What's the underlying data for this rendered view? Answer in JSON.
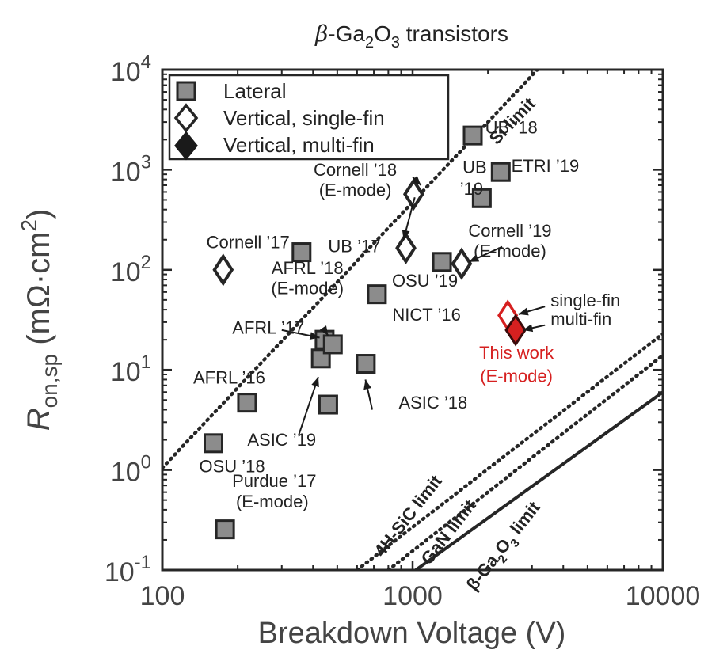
{
  "chart_data": {
    "type": "scatter",
    "title_parts": {
      "beta": "β",
      "main": "-Ga",
      "sub1": "2",
      "o": "O",
      "sub2": "3",
      "rest": " transistors"
    },
    "xlabel": "Breakdown Voltage (V)",
    "ylabel_parts": {
      "r": "R",
      "sub": "on,sp",
      "unit": " (mΩ·cm",
      "sup": "2",
      "close": ")"
    },
    "xscale": "log",
    "yscale": "log",
    "xlim": [
      100,
      10000
    ],
    "ylim": [
      0.1,
      10000
    ],
    "x_ticks": [
      {
        "value": 100,
        "label": "100"
      },
      {
        "value": 1000,
        "label": "1000"
      },
      {
        "value": 10000,
        "label": "10000"
      }
    ],
    "y_ticks": [
      {
        "value": 0.1,
        "base": "10",
        "exp": "-1"
      },
      {
        "value": 1,
        "base": "10",
        "exp": "0"
      },
      {
        "value": 10,
        "base": "10",
        "exp": "1"
      },
      {
        "value": 100,
        "base": "10",
        "exp": "2"
      },
      {
        "value": 1000,
        "base": "10",
        "exp": "3"
      },
      {
        "value": 10000,
        "base": "10",
        "exp": "4"
      }
    ],
    "grid": false,
    "legend_position": "top-left",
    "legend": [
      {
        "label": "Lateral",
        "marker": "square-gray"
      },
      {
        "label": "Vertical, single-fin",
        "marker": "diamond-open"
      },
      {
        "label": "Vertical, multi-fin",
        "marker": "diamond-filled"
      }
    ],
    "series": [
      {
        "name": "Lateral",
        "marker": "square-gray",
        "points": [
          {
            "x": 160,
            "y": 1.85
          },
          {
            "x": 178,
            "y": 0.255
          },
          {
            "x": 218,
            "y": 4.7
          },
          {
            "x": 360,
            "y": 150
          },
          {
            "x": 430,
            "y": 13
          },
          {
            "x": 445,
            "y": 20
          },
          {
            "x": 480,
            "y": 18
          },
          {
            "x": 460,
            "y": 4.5
          },
          {
            "x": 650,
            "y": 11.5
          },
          {
            "x": 720,
            "y": 57
          },
          {
            "x": 1310,
            "y": 120
          },
          {
            "x": 1740,
            "y": 2200
          },
          {
            "x": 1890,
            "y": 520
          },
          {
            "x": 2250,
            "y": 950
          }
        ]
      },
      {
        "name": "Vertical, single-fin",
        "marker": "diamond-open",
        "points": [
          {
            "x": 175,
            "y": 100
          },
          {
            "x": 940,
            "y": 165
          },
          {
            "x": 1010,
            "y": 570
          },
          {
            "x": 1570,
            "y": 115
          }
        ]
      },
      {
        "name": "This work single-fin",
        "marker": "diamond-open-red",
        "points": [
          {
            "x": 2400,
            "y": 35
          }
        ]
      },
      {
        "name": "This work multi-fin",
        "marker": "diamond-filled-red",
        "points": [
          {
            "x": 2580,
            "y": 25
          }
        ]
      }
    ],
    "limit_lines": [
      {
        "label": "Si limit",
        "style": "dotted",
        "from": [
          100,
          1.05
        ],
        "to": [
          3150,
          10000
        ],
        "label_at": [
          2600,
          2800
        ],
        "label_angle": -46
      },
      {
        "label": "4H-SiC limit",
        "style": "dotted",
        "from": [
          600,
          0.1
        ],
        "to": [
          10000,
          23
        ],
        "label_at": [
          1000,
          0.32
        ],
        "label_angle": -52
      },
      {
        "label": "GaN limit",
        "style": "dotted",
        "from": [
          800,
          0.1
        ],
        "to": [
          10000,
          14
        ],
        "label_at": [
          1450,
          0.22
        ],
        "label_angle": -52
      },
      {
        "label": "β-Ga₂O₃ limit",
        "style": "solid",
        "from": [
          1030,
          0.1
        ],
        "to": [
          10000,
          6
        ],
        "label_at": [
          2400,
          0.16
        ],
        "label_angle": -52
      }
    ],
    "limit_label_parts": {
      "ga_prefix": "β-Ga",
      "sub2": "2",
      "o": "O",
      "sub3": "3",
      "ga_suffix": " limit"
    },
    "annotations": [
      {
        "text": "UB ’18",
        "at": [
          1950,
          2300
        ]
      },
      {
        "text": "ETRI ’19",
        "at": [
          2480,
          950
        ]
      },
      {
        "text": "UB",
        "at": [
          1770,
          930
        ]
      },
      {
        "text": "’19",
        "at": [
          1720,
          560
        ]
      },
      {
        "text": "Cornell ’18",
        "at": [
          590,
          870
        ]
      },
      {
        "text": "(E-mode)",
        "at": [
          590,
          545
        ]
      },
      {
        "text": "Cornell ’19",
        "at": [
          2450,
          215
        ]
      },
      {
        "text": "(E-mode)",
        "at": [
          2450,
          135
        ]
      },
      {
        "text": "Cornell ’17",
        "at": [
          220,
          165
        ]
      },
      {
        "text": "UB ’17",
        "at": [
          460,
          150
        ]
      },
      {
        "text": "AFRL ’18",
        "at": [
          380,
          91
        ]
      },
      {
        "text": "(E-mode)",
        "at": [
          380,
          57
        ]
      },
      {
        "text": "OSU ’19",
        "at": [
          1120,
          68
        ]
      },
      {
        "text": "NICT ’16",
        "at": [
          830,
          31
        ]
      },
      {
        "text": "AFRL ’17",
        "at": [
          265,
          23
        ]
      },
      {
        "text": "AFRL ’16",
        "at": [
          185,
          7.3
        ]
      },
      {
        "text": "ASIC ’18",
        "at": [
          880,
          4.1
        ]
      },
      {
        "text": "ASIC ’19",
        "at": [
          300,
          1.75
        ]
      },
      {
        "text": "OSU ’18",
        "at": [
          190,
          0.95
        ]
      },
      {
        "text": "Purdue ’17",
        "at": [
          280,
          0.68
        ]
      },
      {
        "text": "(E-mode)",
        "at": [
          275,
          0.42
        ]
      },
      {
        "text": "single-fin",
        "at": [
          3560,
          43
        ]
      },
      {
        "text": "multi-fin",
        "at": [
          3560,
          28
        ],
        "left_anchor": true
      },
      {
        "text": "This work",
        "at": [
          2600,
          13
        ],
        "color": "red"
      },
      {
        "text": "(E-mode)",
        "at": [
          2600,
          7.6
        ],
        "color": "red"
      }
    ],
    "arrows": [
      {
        "from": [
          1000,
          850
        ],
        "to": [
          1080,
          700
        ]
      },
      {
        "from": [
          1020,
          530
        ],
        "to": [
          920,
          200
        ]
      },
      {
        "from": [
          2280,
          170
        ],
        "to": [
          1680,
          120
        ]
      },
      {
        "from": [
          300,
          25
        ],
        "to": [
          425,
          21
        ]
      },
      {
        "from": [
          440,
          26
        ],
        "to": [
          460,
          22
        ]
      },
      {
        "from": [
          3380,
          43
        ],
        "to": [
          2650,
          36
        ]
      },
      {
        "from": [
          3380,
          28
        ],
        "to": [
          2760,
          25
        ]
      },
      {
        "from": [
          690,
          4.0
        ],
        "to": [
          648,
          8.0
        ]
      },
      {
        "from": [
          350,
          2.2
        ],
        "to": [
          420,
          8.5
        ]
      }
    ],
    "colors": {
      "lateral_fill": "#8c8c8c",
      "marker_edge": "#262626",
      "this_work": "#d62020",
      "axis": "#262626",
      "tick_text": "#444444"
    }
  }
}
